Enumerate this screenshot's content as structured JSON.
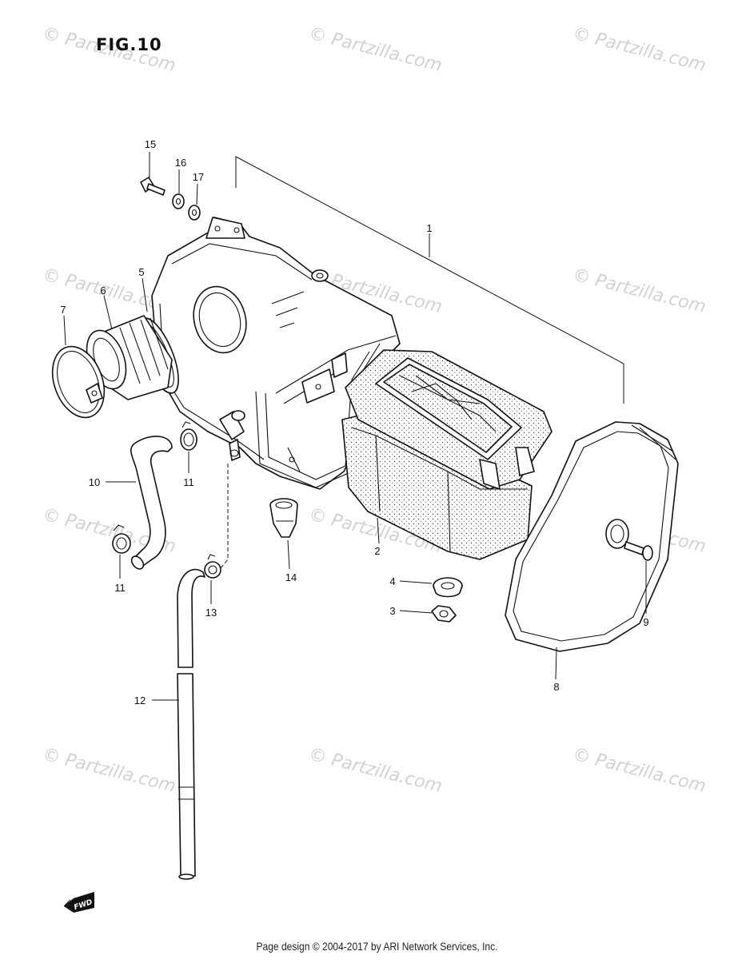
{
  "figure": {
    "title": "FIG.10"
  },
  "watermark": {
    "text": "© Partzilla.com"
  },
  "callouts": [
    "1",
    "2",
    "3",
    "4",
    "5",
    "6",
    "7",
    "8",
    "9",
    "10",
    "11",
    "11",
    "12",
    "13",
    "14",
    "15",
    "16",
    "17"
  ],
  "direction": {
    "text": "FWD"
  },
  "footer": {
    "text": "Page design © 2004-2017 by ARI Network Services, Inc."
  },
  "colors": {
    "ink": "#111111",
    "watermark": "#d2d2d2",
    "background": "#ffffff"
  }
}
